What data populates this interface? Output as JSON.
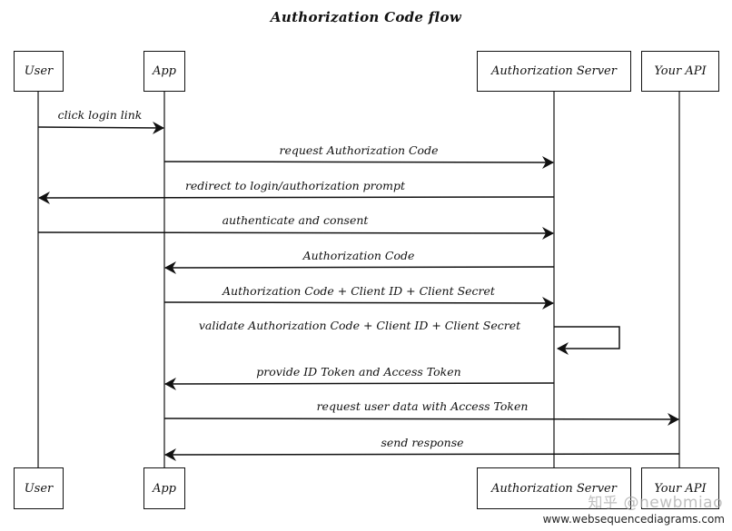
{
  "title": "Authorization Code flow",
  "participants": [
    {
      "id": "user",
      "label": "User"
    },
    {
      "id": "app",
      "label": "App"
    },
    {
      "id": "auth",
      "label": "Authorization Server"
    },
    {
      "id": "api",
      "label": "Your API"
    }
  ],
  "messages": [
    {
      "from": "user",
      "to": "app",
      "label": "click login link"
    },
    {
      "from": "app",
      "to": "auth",
      "label": "request Authorization Code"
    },
    {
      "from": "auth",
      "to": "user",
      "label": "redirect to login/authorization prompt"
    },
    {
      "from": "user",
      "to": "auth",
      "label": "authenticate and consent"
    },
    {
      "from": "auth",
      "to": "app",
      "label": "Authorization Code"
    },
    {
      "from": "app",
      "to": "auth",
      "label": "Authorization Code + Client ID + Client Secret"
    },
    {
      "from": "auth",
      "to": "auth",
      "label": "validate Authorization Code + Client ID + Client Secret"
    },
    {
      "from": "auth",
      "to": "app",
      "label": "provide ID Token and Access Token"
    },
    {
      "from": "app",
      "to": "api",
      "label": "request user data with Access Token"
    },
    {
      "from": "api",
      "to": "app",
      "label": "send response"
    }
  ],
  "watermark": {
    "cn": "知乎",
    "handle": "@newbmiao"
  },
  "credit": "www.websequencediagrams.com"
}
